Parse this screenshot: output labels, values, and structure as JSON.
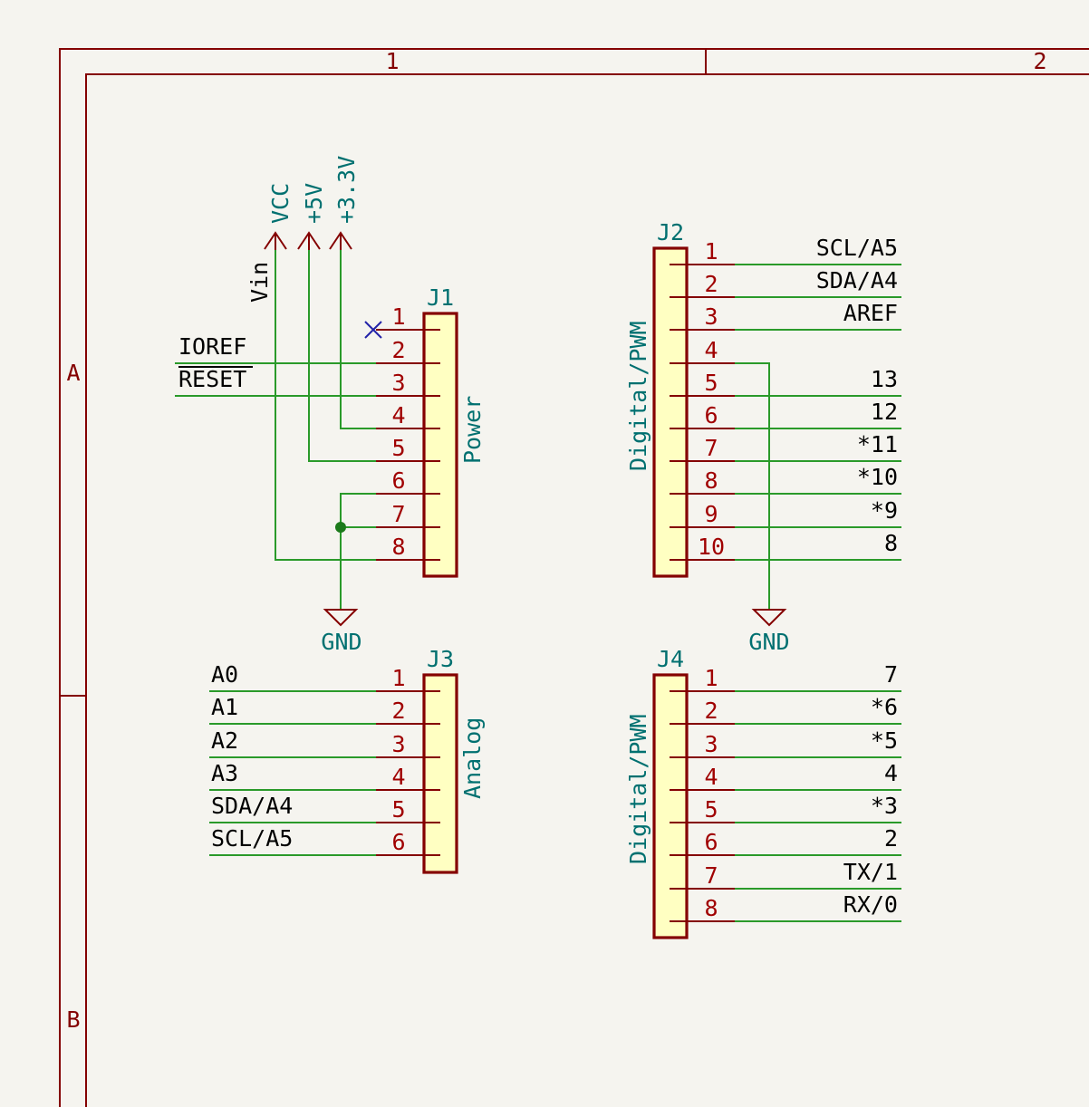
{
  "sheet": {
    "columns": [
      "1",
      "2"
    ],
    "rows": [
      "A",
      "B"
    ]
  },
  "connectors": {
    "J1": {
      "ref": "J1",
      "value": "Power",
      "pins": [
        "1",
        "2",
        "3",
        "4",
        "5",
        "6",
        "7",
        "8"
      ],
      "nets": [
        "",
        "IOREF",
        "RESET",
        "",
        "",
        "",
        "",
        ""
      ],
      "no_connect": [
        "1"
      ]
    },
    "J2": {
      "ref": "J2",
      "value": "Digital/PWM",
      "pins": [
        "1",
        "2",
        "3",
        "4",
        "5",
        "6",
        "7",
        "8",
        "9",
        "10"
      ],
      "nets": [
        "SCL/A5",
        "SDA/A4",
        "AREF",
        "",
        "13",
        "12",
        "*11",
        "*10",
        "*9",
        "8"
      ]
    },
    "J3": {
      "ref": "J3",
      "value": "Analog",
      "pins": [
        "1",
        "2",
        "3",
        "4",
        "5",
        "6"
      ],
      "nets": [
        "A0",
        "A1",
        "A2",
        "A3",
        "SDA/A4",
        "SCL/A5"
      ]
    },
    "J4": {
      "ref": "J4",
      "value": "Digital/PWM",
      "pins": [
        "1",
        "2",
        "3",
        "4",
        "5",
        "6",
        "7",
        "8"
      ],
      "nets": [
        "7",
        "*6",
        "*5",
        "4",
        "*3",
        "2",
        "TX/1",
        "RX/0"
      ]
    }
  },
  "power_symbols": {
    "vcc": "VCC",
    "v5": "+5V",
    "v33": "+3.3V",
    "gnd_left": "GND",
    "gnd_right": "GND"
  },
  "net_labels": {
    "vin": "Vin"
  }
}
